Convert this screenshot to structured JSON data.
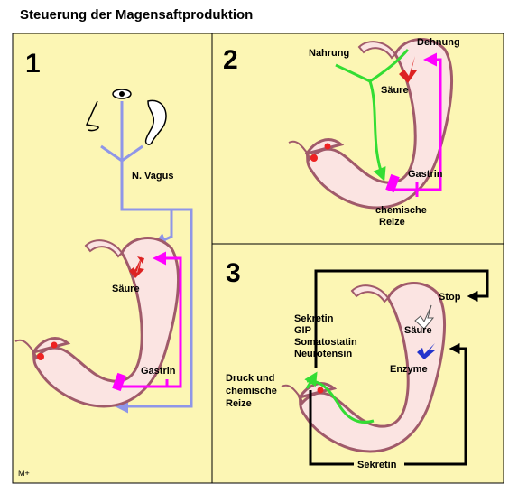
{
  "title": "Steuerung der Magensaftproduktion",
  "panel1": {
    "number": "1",
    "vagus_label": "N. Vagus",
    "acid_label": "Säure",
    "gastrin_label": "Gastrin"
  },
  "panel2": {
    "number": "2",
    "food_label": "Nahrung",
    "stretch_label": "Dehnung",
    "acid_label": "Säure",
    "gastrin_label": "Gastrin",
    "chem_label_1": "chemische",
    "chem_label_2": "Reize"
  },
  "panel3": {
    "number": "3",
    "stop_label": "Stop",
    "acid_label": "Säure",
    "enzyme_label": "Enzyme",
    "hormones": [
      "Sekretin",
      "GIP",
      "Somatostatin",
      "Neurotensin"
    ],
    "pressure_label_1": "Druck und",
    "pressure_label_2": "chemische",
    "pressure_label_3": "Reize",
    "secretin_label": "Sekretin"
  },
  "footer_mark": "M+",
  "colors": {
    "panel_bg": "#fcf6b4",
    "stomach_fill": "#fbe4e2",
    "stomach_wall": "#a05a6a",
    "vagus": "#8f96e8",
    "gastrin": "#ff00ff",
    "food": "#33dd33",
    "acid": "#dd2222",
    "enzyme": "#2233cc",
    "gland": "#ee2222"
  }
}
